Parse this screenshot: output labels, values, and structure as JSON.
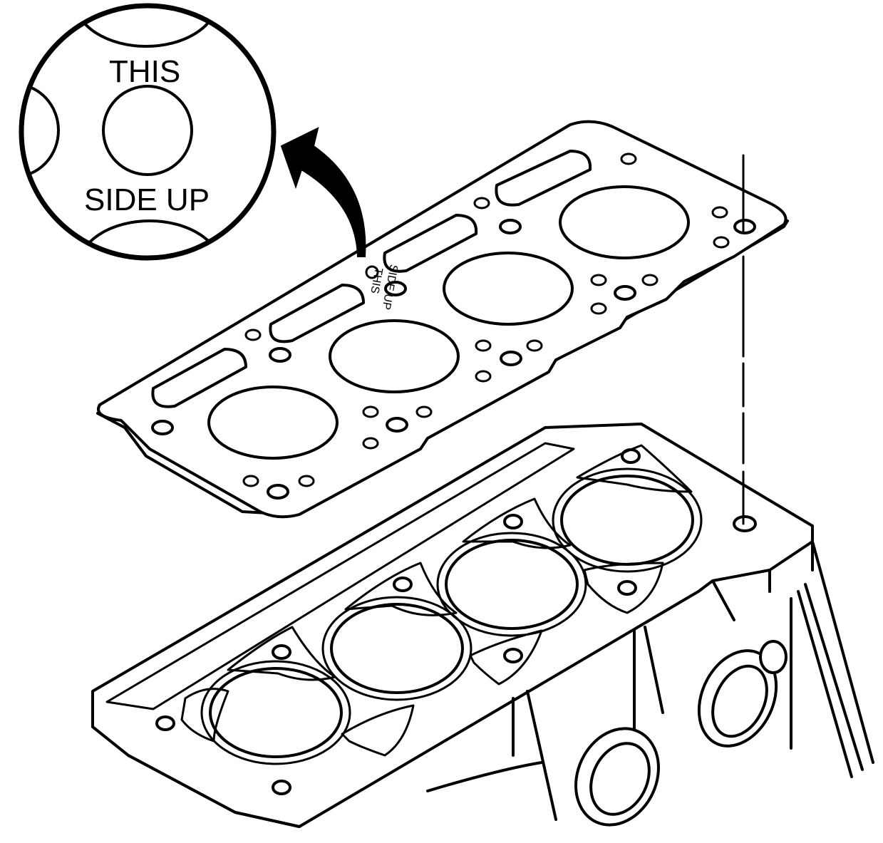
{
  "callout": {
    "line1": "THIS",
    "line2": "SIDE UP"
  },
  "gasket_stamp": {
    "line1": "THIS",
    "line2": "SIDE UP"
  },
  "colors": {
    "ink": "#000000",
    "paper": "#ffffff"
  }
}
